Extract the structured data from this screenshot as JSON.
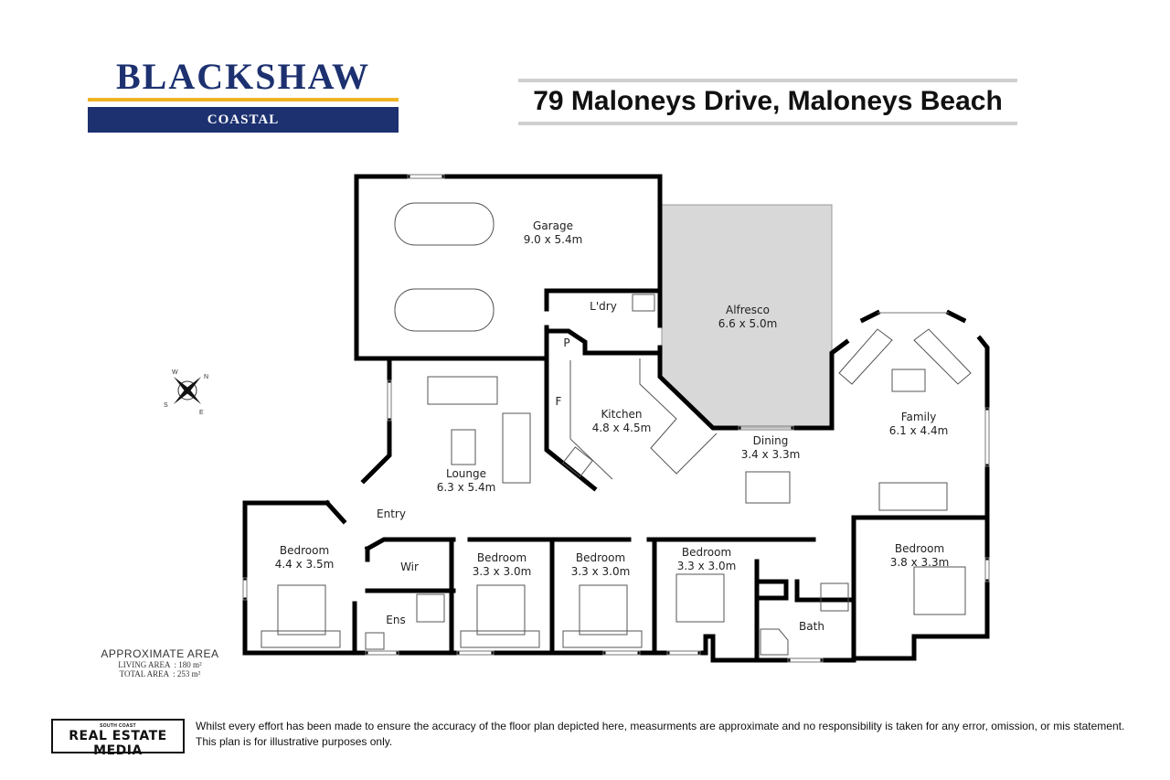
{
  "logo": {
    "brand": "BLACKSHAW",
    "sub": "COASTAL",
    "colors": {
      "navy": "#1d3170",
      "gold": "#f0b323"
    }
  },
  "header": {
    "address": "79 Maloneys Drive, Maloneys Beach"
  },
  "compass": {
    "n": "N",
    "s": "S",
    "e": "E",
    "w": "W"
  },
  "rooms": {
    "garage": {
      "name": "Garage",
      "dims": "9.0 x 5.4m"
    },
    "laundry": {
      "name": "L'dry"
    },
    "pantry": {
      "name": "P"
    },
    "fridge": {
      "name": "F"
    },
    "alfresco": {
      "name": "Alfresco",
      "dims": "6.6 x 5.0m"
    },
    "kitchen": {
      "name": "Kitchen",
      "dims": "4.8 x 4.5m"
    },
    "lounge": {
      "name": "Lounge",
      "dims": "6.3 x 5.4m"
    },
    "dining": {
      "name": "Dining",
      "dims": "3.4 x 3.3m"
    },
    "family": {
      "name": "Family",
      "dims": "6.1 x 4.4m"
    },
    "entry": {
      "name": "Entry"
    },
    "bed1": {
      "name": "Bedroom",
      "dims": "4.4 x 3.5m"
    },
    "wir": {
      "name": "Wir"
    },
    "ens": {
      "name": "Ens"
    },
    "bed2": {
      "name": "Bedroom",
      "dims": "3.3 x 3.0m"
    },
    "bed3": {
      "name": "Bedroom",
      "dims": "3.3 x 3.0m"
    },
    "bed4": {
      "name": "Bedroom",
      "dims": "3.3 x 3.0m"
    },
    "bath": {
      "name": "Bath"
    },
    "bed5": {
      "name": "Bedroom",
      "dims": "3.8 x 3.3m"
    }
  },
  "area": {
    "title": "APPROXIMATE AREA",
    "living_label": "LIVING AREA",
    "living_value": ": 180 m²",
    "total_label": "TOTAL AREA",
    "total_value": ": 253 m²"
  },
  "footer": {
    "company_small": "SOUTH COAST",
    "company_big": "REAL ESTATE MEDIA",
    "line1": "Whilst every effort has been made to ensure the accuracy of the floor plan depicted here, measurments are approximate and no responsibility is taken for any error, omission, or mis statement.",
    "line2": "This plan is for illustrative purposes only."
  }
}
